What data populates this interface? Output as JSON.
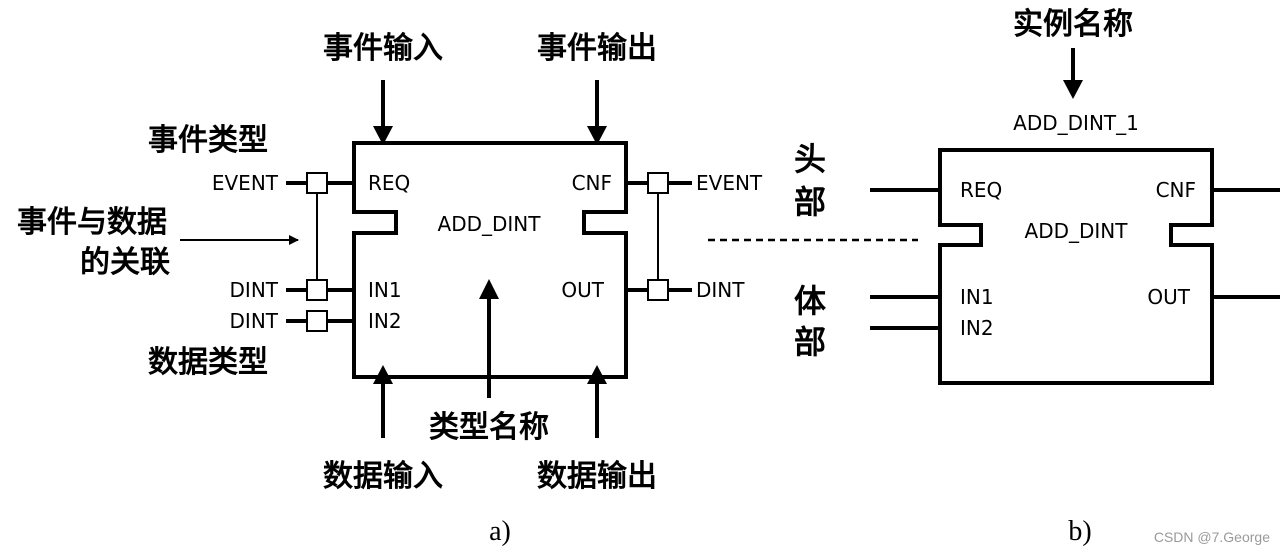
{
  "fb_a": {
    "type_name": "ADD_DINT",
    "ports": {
      "req": "REQ",
      "cnf": "CNF",
      "in1": "IN1",
      "in2": "IN2",
      "out": "OUT"
    },
    "types": {
      "event_left": "EVENT",
      "event_right": "EVENT",
      "dint_in1": "DINT",
      "dint_in2": "DINT",
      "dint_out": "DINT"
    },
    "labels": {
      "event_input": "事件输入",
      "event_output": "事件输出",
      "event_type": "事件类型",
      "association_line1": "事件与数据",
      "association_line2": "的关联",
      "data_type": "数据类型",
      "type_name": "类型名称",
      "data_input": "数据输入",
      "data_output": "数据输出"
    },
    "caption": "a)"
  },
  "fb_b": {
    "instance_label": "实例名称",
    "instance_name": "ADD_DINT_1",
    "type_name": "ADD_DINT",
    "ports": {
      "req": "REQ",
      "cnf": "CNF",
      "in1": "IN1",
      "in2": "IN2",
      "out": "OUT"
    },
    "head_label": [
      "头",
      "部"
    ],
    "body_label": [
      "体",
      "部"
    ],
    "caption": "b)"
  },
  "watermark": "CSDN @7.George"
}
